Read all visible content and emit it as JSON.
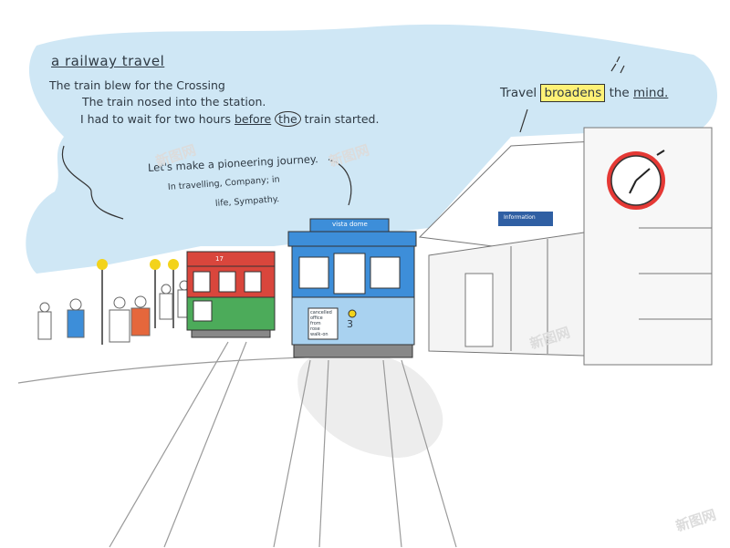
{
  "title": "a railway travel",
  "poem": {
    "line1": "The train blew for the Crossing",
    "line2": "The train nosed into the station.",
    "line3_start": "I had to wait for two hours",
    "line3_before": "before",
    "line3_circled": "the",
    "line3_end": "train started."
  },
  "journey": {
    "line1": "Let's make a pioneering journey.",
    "line2": "In travelling, Company; in",
    "line3": "life, Sympathy."
  },
  "quote": {
    "before": "Travel",
    "highlight": "broadens",
    "after": "the",
    "underlined": "mind."
  },
  "trams": {
    "red_number": "17",
    "blue_sign": "vista dome",
    "blue_number": "3",
    "blue_plate": [
      "cancelled",
      "office",
      "from",
      "rose",
      "walk-on"
    ]
  },
  "station_sign": "Information",
  "watermark": "新图网",
  "colors": {
    "sky": "#cfe7f5",
    "tram_red": "#d9463c",
    "tram_green": "#4cab5a",
    "tram_blue": "#3d8ed9",
    "lamp_yellow": "#f3d31a",
    "highlight": "#fff176",
    "ink": "#2f3a44"
  }
}
